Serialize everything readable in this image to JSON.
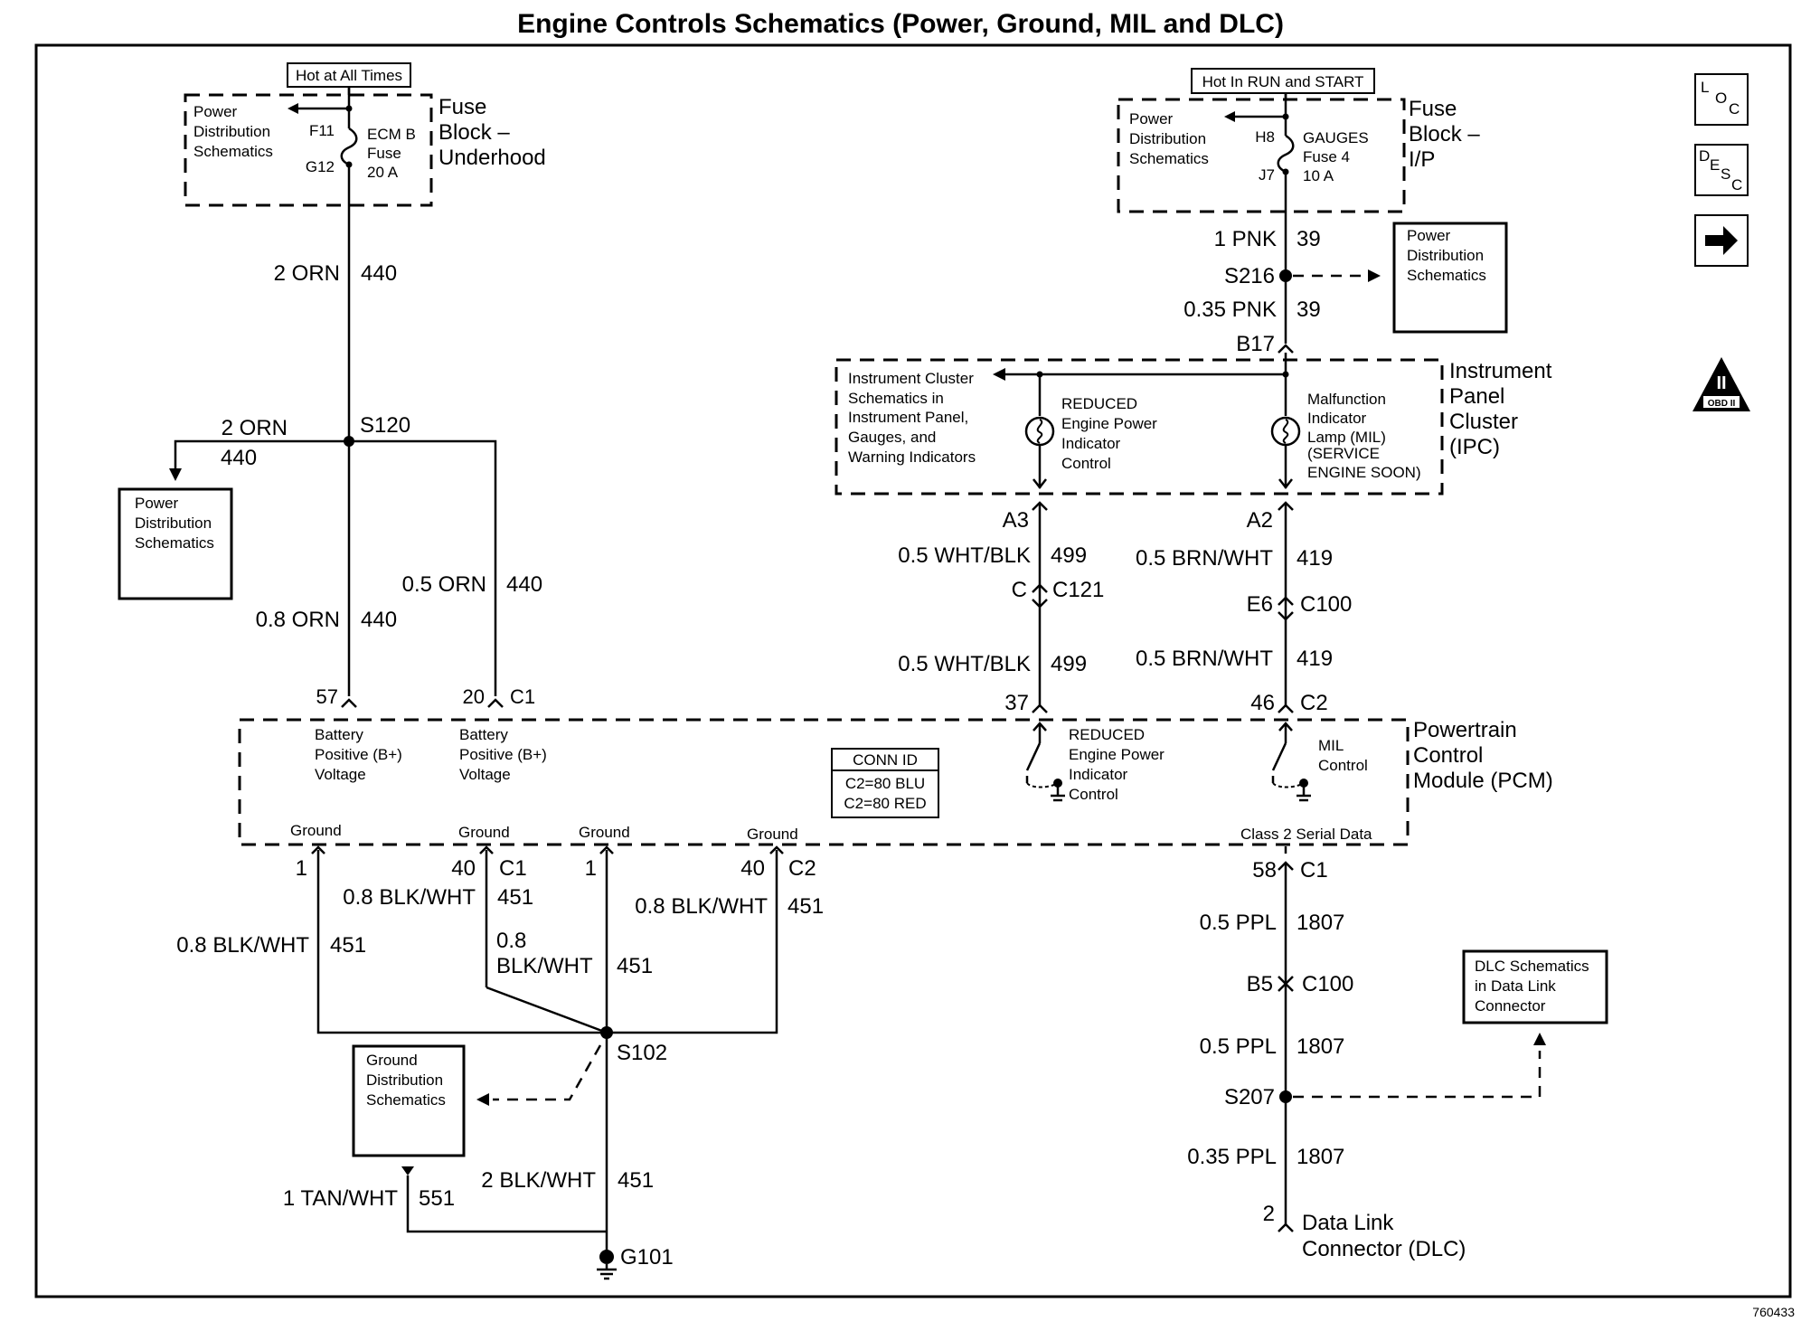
{
  "title": "Engine Controls Schematics (Power, Ground, MIL and DLC)",
  "drawing_number": "760433",
  "side_icons": {
    "loc": [
      "L",
      "O",
      "C"
    ],
    "desc": [
      "D",
      "E",
      "S",
      "C"
    ],
    "obd": [
      "II",
      "OBD II"
    ]
  },
  "underhood": {
    "hot_label": "Hot at All Times",
    "block_label": [
      "Fuse",
      "Block –",
      "Underhood"
    ],
    "pds_lines": [
      "Power",
      "Distribution",
      "Schematics"
    ],
    "pin_top": "F11",
    "pin_bottom": "G12",
    "fuse_lines": [
      "ECM B",
      "Fuse",
      "20 A"
    ]
  },
  "ip_fuse": {
    "hot_label": "Hot In RUN and START",
    "block_label": [
      "Fuse",
      "Block –",
      "I/P"
    ],
    "pds_lines": [
      "Power",
      "Distribution",
      "Schematics"
    ],
    "pin_top": "H8",
    "pin_bottom": "J7",
    "fuse_lines": [
      "GAUGES",
      "Fuse 4",
      "10 A"
    ]
  },
  "wires": {
    "w440_top_gauge": "2 ORN",
    "w440_top_num": "440",
    "s120": "S120",
    "branch_gauge": "2 ORN",
    "branch_num": "440",
    "left_gauge": "0.8 ORN",
    "left_num": "440",
    "right_gauge": "0.5 ORN",
    "right_num": "440",
    "pin57": "57",
    "pin20": "20",
    "c1_top": "C1",
    "w39_gauge": "1 PNK",
    "w39_num": "39",
    "s216": "S216",
    "w39b_gauge": "0.35 PNK",
    "w39b_num": "39",
    "b17": "B17",
    "a3": "A3",
    "a2": "A2",
    "w499_gauge": "0.5 WHT/BLK",
    "w499_num": "499",
    "c_pin": "C",
    "c121": "C121",
    "w419_gauge": "0.5 BRN/WHT",
    "w419_num": "419",
    "e6": "E6",
    "c100_top": "C100",
    "pin37": "37",
    "pin46": "46",
    "c2_top": "C2"
  },
  "pds_boxes": {
    "left": [
      "Power",
      "Distribution",
      "Schematics"
    ],
    "right": [
      "Power",
      "Distribution",
      "Schematics"
    ]
  },
  "ipc": {
    "label": [
      "Instrument",
      "Panel",
      "Cluster",
      "(IPC)"
    ],
    "ref_lines": [
      "Instrument Cluster",
      "Schematics in",
      "Instrument Panel,",
      "Gauges, and",
      "Warning Indicators"
    ],
    "reduced_lines": [
      "REDUCED",
      "Engine Power",
      "Indicator",
      "Control"
    ],
    "mil_lines": [
      "Malfunction",
      "Indicator",
      "Lamp (MIL)",
      "(SERVICE",
      "ENGINE SOON)"
    ]
  },
  "pcm": {
    "label": [
      "Powertrain",
      "Control",
      "Module (PCM)"
    ],
    "batt1": [
      "Battery",
      "Positive (B+)",
      "Voltage"
    ],
    "batt2": [
      "Battery",
      "Positive (B+)",
      "Voltage"
    ],
    "conn_id_title": "CONN ID",
    "conn_id_lines": [
      "C2=80 BLU",
      "C2=80 RED"
    ],
    "reduced_lines": [
      "REDUCED",
      "Engine Power",
      "Indicator",
      "Control"
    ],
    "mil_lines": [
      "MIL",
      "Control"
    ],
    "grounds": [
      "Ground",
      "Ground",
      "Ground",
      "Ground"
    ],
    "class2": "Class 2 Serial Data"
  },
  "ground_section": {
    "pin1a": "1",
    "pin40a": "40",
    "c1": "C1",
    "pin1b": "1",
    "pin40b": "40",
    "c2": "C2",
    "w_a_gauge": "0.8 BLK/WHT",
    "w_a_num": "451",
    "w_b_gauge": "0.8 BLK/WHT",
    "w_b_num": "451",
    "w_c_gauge_1": "0.8",
    "w_c_gauge_2": "BLK/WHT",
    "w_c_num": "451",
    "w_d_gauge": "0.8 BLK/WHT",
    "w_d_num": "451",
    "s102": "S102",
    "gds_lines": [
      "Ground",
      "Distribution",
      "Schematics"
    ],
    "w551_gauge": "1 TAN/WHT",
    "w551_num": "551",
    "w451_gauge": "2 BLK/WHT",
    "w451_num": "451",
    "g101": "G101"
  },
  "dlc_section": {
    "pin58": "58",
    "c1": "C1",
    "w1807a_gauge": "0.5 PPL",
    "w1807a_num": "1807",
    "b5": "B5",
    "c100": "C100",
    "w1807b_gauge": "0.5 PPL",
    "w1807b_num": "1807",
    "s207": "S207",
    "w1807c_gauge": "0.35 PPL",
    "w1807c_num": "1807",
    "pin2": "2",
    "dlc_label": [
      "Data Link",
      "Connector (DLC)"
    ],
    "ref_lines": [
      "DLC Schematics",
      "in Data Link",
      "Connector"
    ]
  }
}
